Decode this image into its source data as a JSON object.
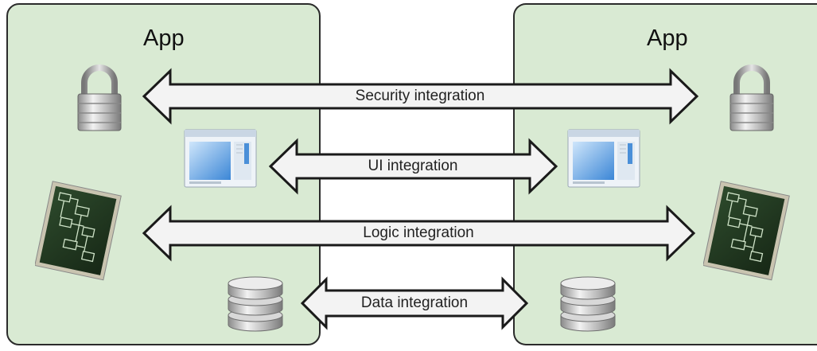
{
  "apps": {
    "left": {
      "title": "App"
    },
    "right": {
      "title": "App"
    }
  },
  "integrations": [
    {
      "label": "Security integration",
      "icon": "padlock-icon"
    },
    {
      "label": "UI integration",
      "icon": "window-icon"
    },
    {
      "label": "Logic integration",
      "icon": "flowchart-board-icon"
    },
    {
      "label": "Data integration",
      "icon": "database-icon"
    }
  ],
  "colors": {
    "app_fill": "#d9ead3",
    "arrow_fill": "#f3f3f3",
    "outline": "#1a1a1a"
  }
}
